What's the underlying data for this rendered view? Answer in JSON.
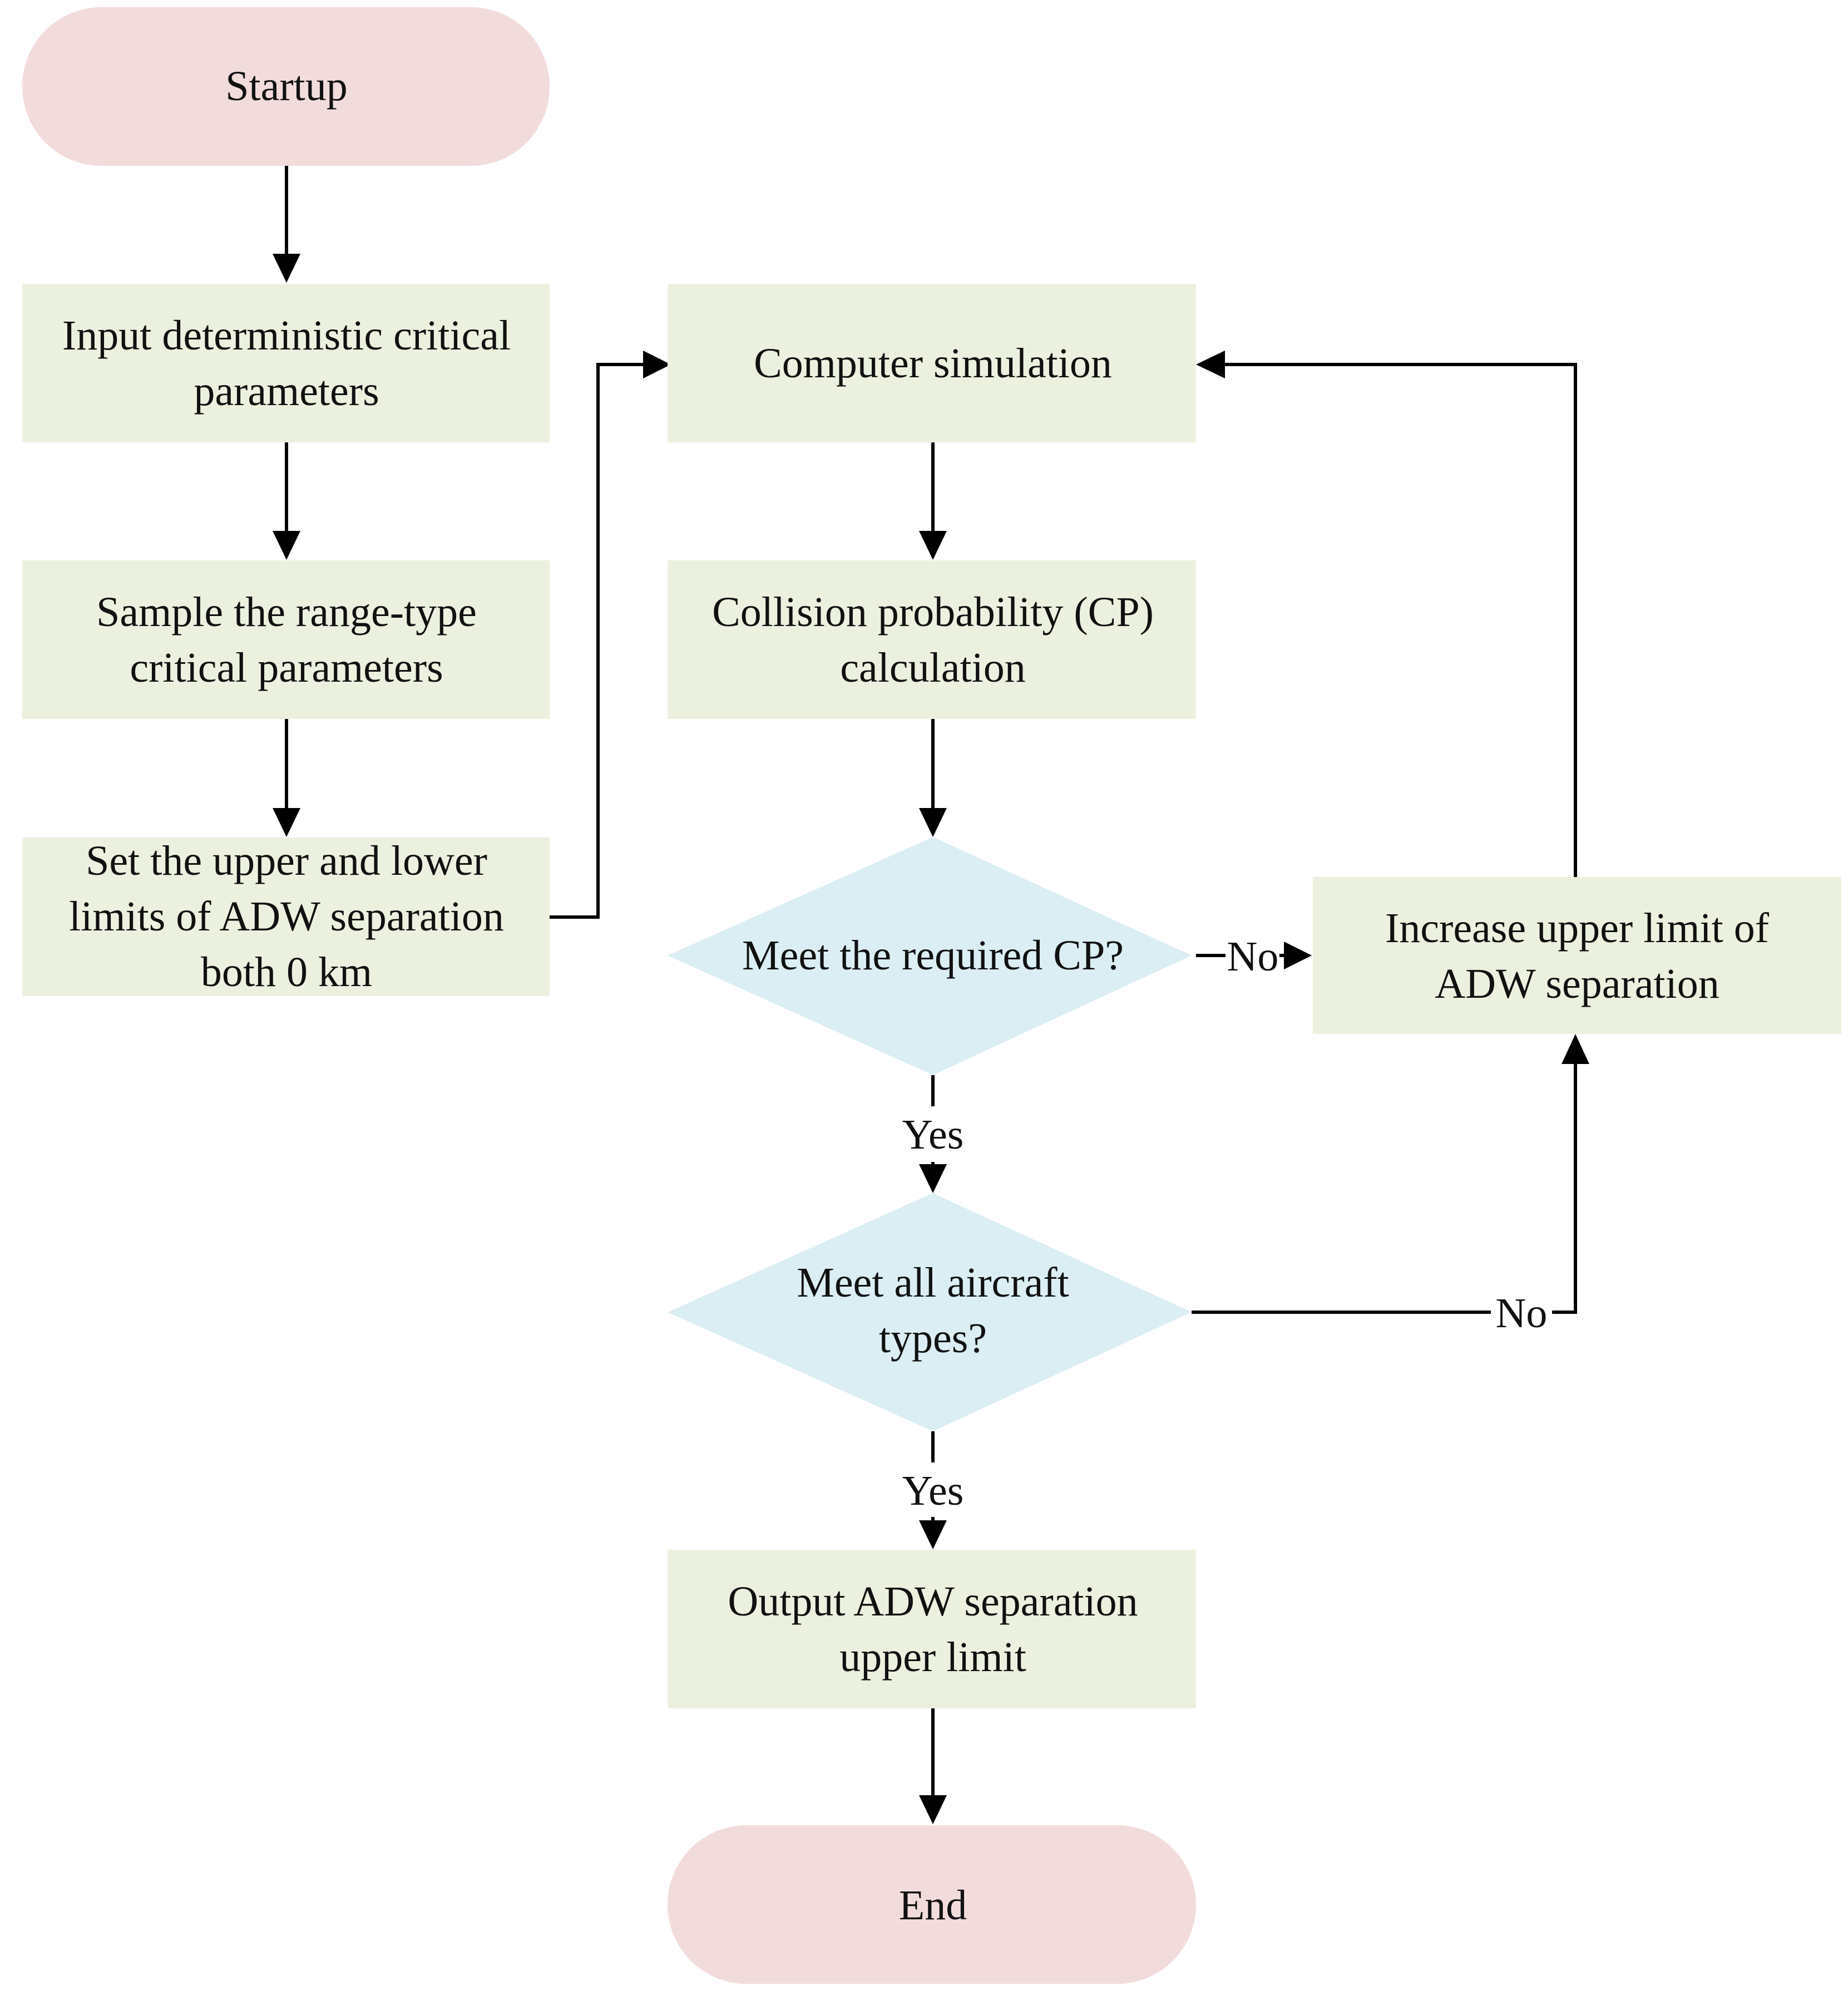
{
  "colors": {
    "terminal_fill": "#f2dcdb",
    "process_fill": "#ebf1de",
    "decision_fill": "#dbeef3",
    "line": "#000000"
  },
  "nodes": {
    "startup": {
      "lines": [
        "Startup"
      ]
    },
    "input_params": {
      "lines": [
        "Input deterministic critical",
        "parameters"
      ]
    },
    "sample_params": {
      "lines": [
        "Sample the range-type",
        "critical parameters"
      ]
    },
    "set_limits": {
      "lines": [
        "Set the upper and lower",
        "limits of ADW separation",
        "both 0 km"
      ]
    },
    "simulation": {
      "lines": [
        "Computer simulation"
      ]
    },
    "cp_calc": {
      "lines": [
        "Collision probability (CP)",
        "calculation"
      ]
    },
    "meet_cp": {
      "lines": [
        "Meet the required CP?"
      ]
    },
    "meet_types": {
      "lines": [
        "Meet all aircraft",
        "types?"
      ]
    },
    "increase_limit": {
      "lines": [
        "Increase upper limit of",
        "ADW separation"
      ]
    },
    "output": {
      "lines": [
        "Output ADW separation",
        "upper limit"
      ]
    },
    "end": {
      "lines": [
        "End"
      ]
    }
  },
  "edge_labels": {
    "meet_cp_no": "No",
    "meet_cp_yes": "Yes",
    "meet_types_no": "No",
    "meet_types_yes": "Yes"
  }
}
